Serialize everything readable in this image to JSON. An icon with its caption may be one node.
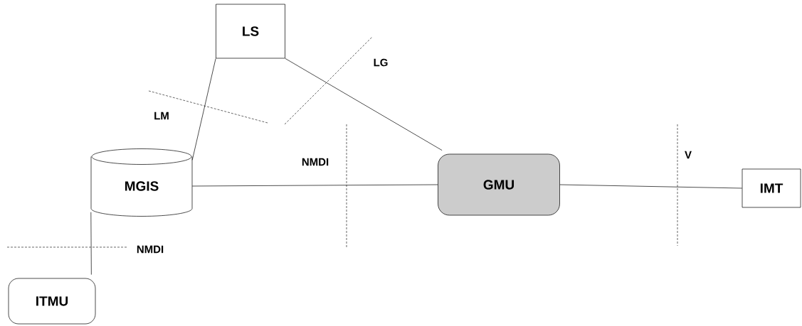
{
  "diagram": {
    "nodes": [
      {
        "text": [
          "LS"
        ]
      },
      {
        "text": [
          "MGIS"
        ]
      },
      {
        "text": [
          "GMU"
        ]
      },
      {
        "text": [
          "IMT"
        ]
      },
      {
        "text": [
          "ITMU"
        ]
      }
    ],
    "edges": [
      {
        "from": 0,
        "to": 1,
        "arrow": "none"
      },
      {
        "from": 0,
        "to": 2,
        "arrow": "none"
      },
      {
        "from": 1,
        "to": 2,
        "arrow": "none"
      },
      {
        "from": 2,
        "to": 3,
        "arrow": "none"
      },
      {
        "from": 1,
        "to": 4,
        "arrow": "none"
      }
    ],
    "labels": [
      "LG",
      "LM",
      "NMDI",
      "V",
      "NMDI"
    ]
  }
}
